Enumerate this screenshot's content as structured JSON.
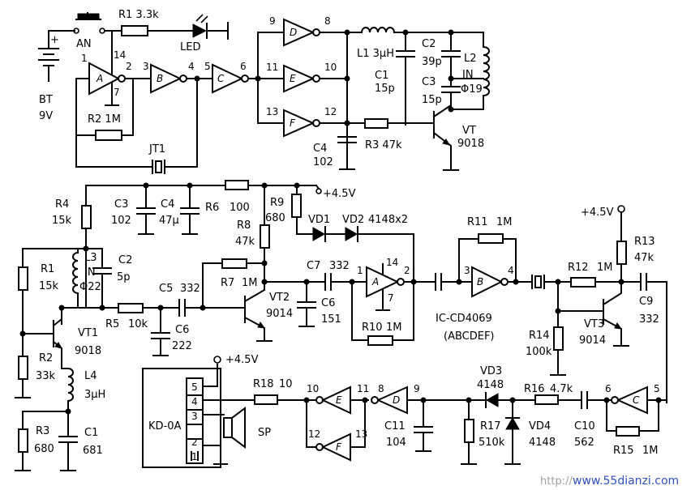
{
  "battery": {
    "plus": "+",
    "ref": "BT",
    "value": "9V"
  },
  "button": {
    "ref": "AN"
  },
  "gates": {
    "a": "A",
    "b": "B",
    "c": "C",
    "d": "D",
    "e": "E",
    "f": "F"
  },
  "pins": {
    "p1": "1",
    "p2": "2",
    "p3": "3",
    "p4": "4",
    "p5": "5",
    "p6": "6",
    "p7": "7",
    "p8": "8",
    "p9": "9",
    "p10": "10",
    "p11": "11",
    "p12": "12",
    "p13": "13",
    "p14": "14"
  },
  "labels": {
    "r1": "R1  3.3k",
    "led": "LED",
    "r2_top": "R2  1M",
    "jt1": "JT1",
    "l1": "L1  3μH",
    "c1_top": "C1",
    "c1_top_val": "15p",
    "c2_top": "C2",
    "c2_top_val": "39p",
    "c3_top": "C3",
    "c3_top_val": "15p",
    "l2": "L2",
    "l2_in": "IN",
    "l2_dia": "Φ19",
    "r3_top": "R3  47k",
    "vt": "VT",
    "vt_part": "9018",
    "c4_top": "C4",
    "c4_top_val": "102",
    "vcc": "+4.5V",
    "r6": "R6",
    "r6_val": "100",
    "r4": "R4",
    "r4_val": "15k",
    "c3_mid": "C3",
    "c3_mid_val": "102",
    "c4_mid": "C4",
    "c4_mid_val": "47μ",
    "r1_mid": "R1",
    "r1_mid_val": "15k",
    "l3": "L3",
    "l3_in": "IN",
    "l3_dia": "Φ22",
    "c2_mid": "C2",
    "c2_mid_val": "5p",
    "vt1": "VT1",
    "vt1_part": "9018",
    "r2_mid": "R2",
    "r2_mid_val": "33k",
    "l4": "L4",
    "l4_val": "3μH",
    "r3_mid": "R3",
    "r3_mid_val": "680",
    "c1_mid": "C1",
    "c1_mid_val": "681",
    "r5": "R5",
    "r5_val": "10k",
    "c5_mid": "C5",
    "c5_mid_val": "332",
    "c6_mid": "C6",
    "c6_mid_val": "222",
    "r7": "R7",
    "r7_val": "1M",
    "r8": "R8",
    "r8_val": "47k",
    "vt2": "VT2",
    "vt2_part": "9014",
    "r9": "R9",
    "r9_val": "680",
    "vd1": "VD1",
    "vd2": "VD2",
    "vd_part": "4148x2",
    "c6b": "C6",
    "c6b_val": "151",
    "c7": "C7",
    "c7_val": "332",
    "r10": "R10",
    "r10_val": "1M",
    "r11": "R11",
    "r11_val": "1M",
    "ic": "IC-CD4069",
    "ic_gates": "(ABCDEF)",
    "r12": "R12",
    "r12_val": "1M",
    "r14": "R14",
    "r14_val": "100k",
    "vt3": "VT3",
    "vt3_part": "9014",
    "r13": "R13",
    "r13_val": "47k",
    "c9": "C9",
    "c9_val": "332",
    "kd": "KD-0A",
    "kd_pin5": "5",
    "kd_pin4": "4",
    "kd_pin3": "3",
    "kd_pin2": "2",
    "kd_pin1": "1",
    "r18": "R18",
    "r18_val": "10",
    "sp": "SP",
    "c11": "C11",
    "c11_val": "104",
    "r17": "R17",
    "r17_val": "510k",
    "vd3": "VD3",
    "vd3_part": "4148",
    "vd4": "VD4",
    "vd4_part": "4148",
    "r16": "R16",
    "r16_val": "4.7k",
    "c10": "C10",
    "c10_val": "562",
    "r15": "R15",
    "r15_val": "1M"
  },
  "watermark": {
    "prefix": "http://",
    "url": "www.55dianzi.com"
  }
}
